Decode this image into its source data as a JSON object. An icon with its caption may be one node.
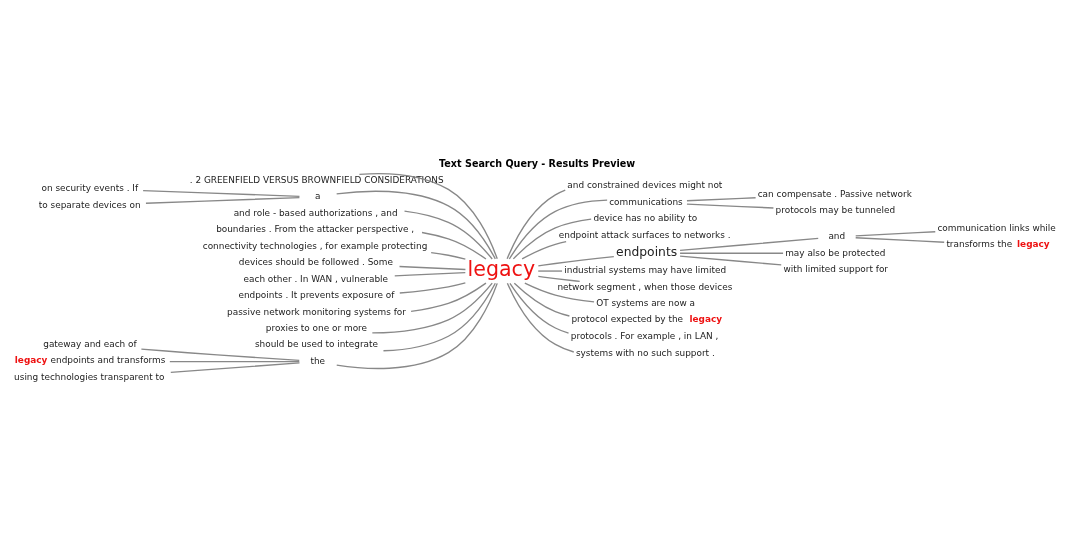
{
  "diagram": {
    "title": "Text Search Query - Results Preview",
    "nodes": [
      {
        "text": [
          "legacy"
        ]
      },
      {
        "text": [
          ". 2 GREENFIELD VERSUS BROWNFIELD CONSIDERATIONS"
        ]
      },
      {
        "text": [
          "a"
        ]
      },
      {
        "text": [
          "on security events . If"
        ]
      },
      {
        "text": [
          "to separate devices on"
        ]
      },
      {
        "text": [
          "and role - based authorizations , and"
        ]
      },
      {
        "text": [
          "boundaries . From the attacker perspective ,"
        ]
      },
      {
        "text": [
          "connectivity technologies , for example protecting"
        ]
      },
      {
        "text": [
          "devices should be followed . Some"
        ]
      },
      {
        "text": [
          "each other . In WAN , vulnerable"
        ]
      },
      {
        "text": [
          "endpoints . It prevents exposure of"
        ]
      },
      {
        "text": [
          "passive network monitoring systems for"
        ]
      },
      {
        "text": [
          "proxies to one or more"
        ]
      },
      {
        "text": [
          "should be used to integrate"
        ]
      },
      {
        "text": [
          "the"
        ]
      },
      {
        "text": [
          "gateway and each of"
        ]
      },
      {
        "text": [
          "**legacy** endpoints and transforms"
        ]
      },
      {
        "text": [
          "using technologies transparent to"
        ]
      },
      {
        "text": [
          "and constrained devices might not"
        ]
      },
      {
        "text": [
          "communications"
        ]
      },
      {
        "text": [
          "can compensate . Passive network"
        ]
      },
      {
        "text": [
          "protocols may be tunneled"
        ]
      },
      {
        "text": [
          "device has no ability to"
        ]
      },
      {
        "text": [
          "endpoint attack surfaces to networks ."
        ]
      },
      {
        "text": [
          "endpoints"
        ]
      },
      {
        "text": [
          "and"
        ]
      },
      {
        "text": [
          "communication links while"
        ]
      },
      {
        "text": [
          "transforms the **legacy**"
        ]
      },
      {
        "text": [
          "may also be protected"
        ]
      },
      {
        "text": [
          "with limited support for"
        ]
      },
      {
        "text": [
          "industrial systems may have limited"
        ]
      },
      {
        "text": [
          "network segment , when those devices"
        ]
      },
      {
        "text": [
          "OT systems are now a"
        ]
      },
      {
        "text": [
          "protocol expected by the **legacy**"
        ]
      },
      {
        "text": [
          "protocols . For example , in LAN ,"
        ]
      },
      {
        "text": [
          "systems with no such support ."
        ]
      }
    ],
    "edges": [
      {
        "from": 1,
        "to": 0,
        "arrow": "none"
      },
      {
        "from": 2,
        "to": 0,
        "arrow": "none"
      },
      {
        "from": 3,
        "to": 2,
        "arrow": "none"
      },
      {
        "from": 4,
        "to": 2,
        "arrow": "none"
      },
      {
        "from": 5,
        "to": 0,
        "arrow": "none"
      },
      {
        "from": 6,
        "to": 0,
        "arrow": "none"
      },
      {
        "from": 7,
        "to": 0,
        "arrow": "none"
      },
      {
        "from": 8,
        "to": 0,
        "arrow": "none"
      },
      {
        "from": 9,
        "to": 0,
        "arrow": "none"
      },
      {
        "from": 10,
        "to": 0,
        "arrow": "none"
      },
      {
        "from": 11,
        "to": 0,
        "arrow": "none"
      },
      {
        "from": 12,
        "to": 0,
        "arrow": "none"
      },
      {
        "from": 13,
        "to": 0,
        "arrow": "none"
      },
      {
        "from": 14,
        "to": 0,
        "arrow": "none"
      },
      {
        "from": 15,
        "to": 14,
        "arrow": "none"
      },
      {
        "from": 16,
        "to": 14,
        "arrow": "none"
      },
      {
        "from": 17,
        "to": 14,
        "arrow": "none"
      },
      {
        "from": 0,
        "to": 18,
        "arrow": "none"
      },
      {
        "from": 0,
        "to": 19,
        "arrow": "none"
      },
      {
        "from": 19,
        "to": 20,
        "arrow": "none"
      },
      {
        "from": 19,
        "to": 21,
        "arrow": "none"
      },
      {
        "from": 0,
        "to": 22,
        "arrow": "none"
      },
      {
        "from": 0,
        "to": 23,
        "arrow": "none"
      },
      {
        "from": 0,
        "to": 24,
        "arrow": "none"
      },
      {
        "from": 24,
        "to": 25,
        "arrow": "none"
      },
      {
        "from": 25,
        "to": 26,
        "arrow": "none"
      },
      {
        "from": 25,
        "to": 27,
        "arrow": "none"
      },
      {
        "from": 24,
        "to": 28,
        "arrow": "none"
      },
      {
        "from": 24,
        "to": 29,
        "arrow": "none"
      },
      {
        "from": 0,
        "to": 30,
        "arrow": "none"
      },
      {
        "from": 0,
        "to": 31,
        "arrow": "none"
      },
      {
        "from": 0,
        "to": 32,
        "arrow": "none"
      },
      {
        "from": 0,
        "to": 33,
        "arrow": "none"
      },
      {
        "from": 0,
        "to": 34,
        "arrow": "none"
      },
      {
        "from": 0,
        "to": 35,
        "arrow": "none"
      }
    ]
  }
}
